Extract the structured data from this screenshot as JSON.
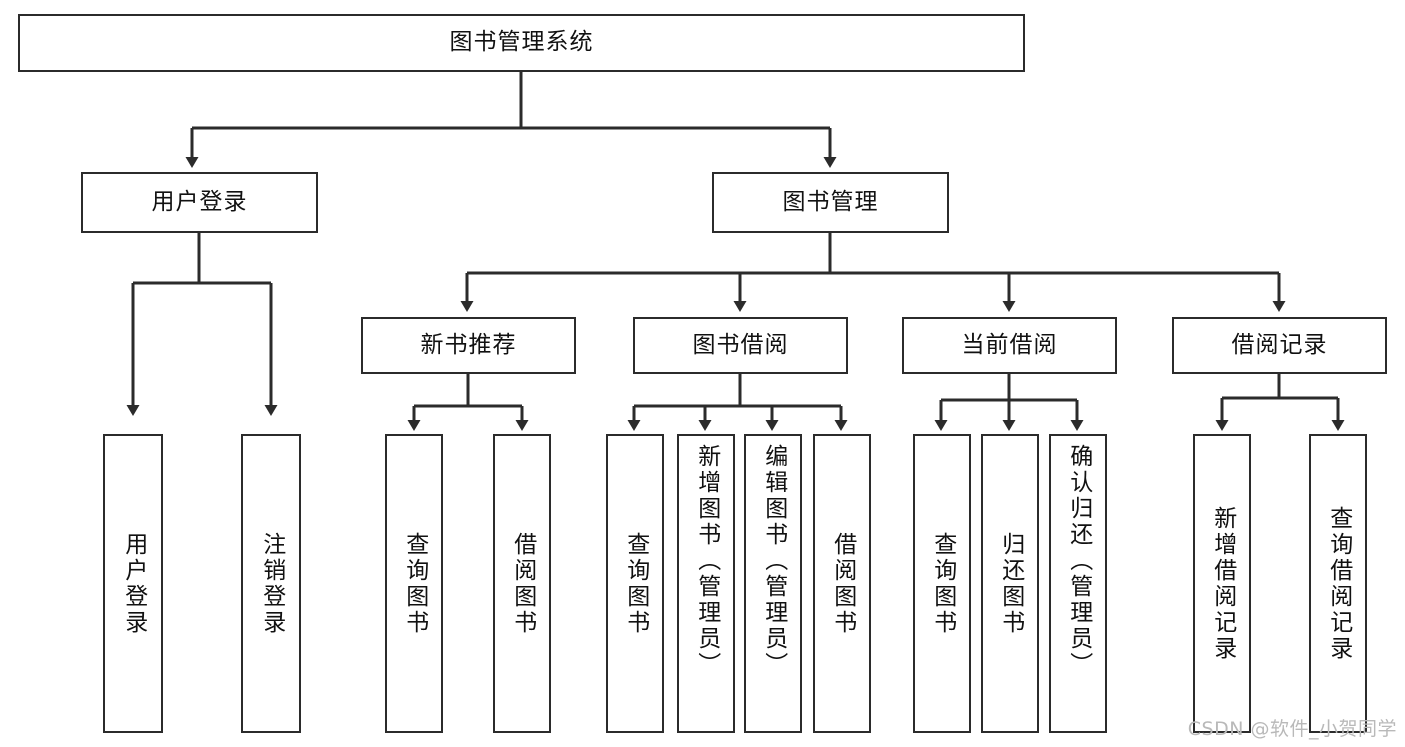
{
  "diagram": {
    "type": "tree-hierarchy",
    "title": "图书管理系统",
    "watermark": "CSDN @软件_小贺同学",
    "colors": {
      "box_border": "#2b2b2b",
      "box_fill": "#ffffff",
      "connector": "#2b2b2b",
      "text": "#111111",
      "watermark": "#b9b9b9",
      "background": "#ffffff"
    },
    "root": {
      "label": "图书管理系统"
    },
    "level2": [
      {
        "label": "用户登录"
      },
      {
        "label": "图书管理"
      }
    ],
    "level3": [
      {
        "label": "新书推荐"
      },
      {
        "label": "图书借阅"
      },
      {
        "label": "当前借阅"
      },
      {
        "label": "借阅记录"
      }
    ],
    "leaves": {
      "user_login": [
        {
          "label": "用户登录"
        },
        {
          "label": "注销登录"
        }
      ],
      "new_book_recommend": [
        {
          "label": "查询图书"
        },
        {
          "label": "借阅图书"
        }
      ],
      "book_borrow": [
        {
          "label": "查询图书"
        },
        {
          "label": "新增图书（管理员）"
        },
        {
          "label": "编辑图书（管理员）"
        },
        {
          "label": "借阅图书"
        }
      ],
      "current_borrow": [
        {
          "label": "查询图书"
        },
        {
          "label": "归还图书"
        },
        {
          "label": "确认归还（管理员）"
        }
      ],
      "borrow_record": [
        {
          "label": "新增借阅记录"
        },
        {
          "label": "查询借阅记录"
        }
      ]
    }
  }
}
